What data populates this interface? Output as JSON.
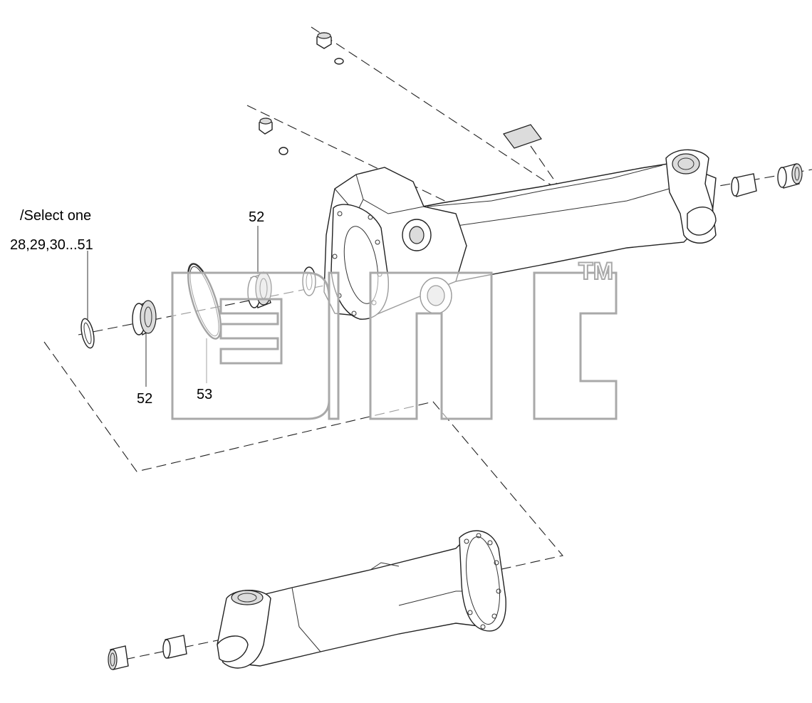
{
  "labels": {
    "select_one": "/Select one",
    "range": "28,29,30...51",
    "p52_top": "52",
    "p52_bottom": "52",
    "p53": "53"
  },
  "watermark": {
    "trademark": "TM"
  },
  "colors": {
    "line": "#222222",
    "watermark": "#a9a9a9",
    "background": "#ffffff"
  }
}
